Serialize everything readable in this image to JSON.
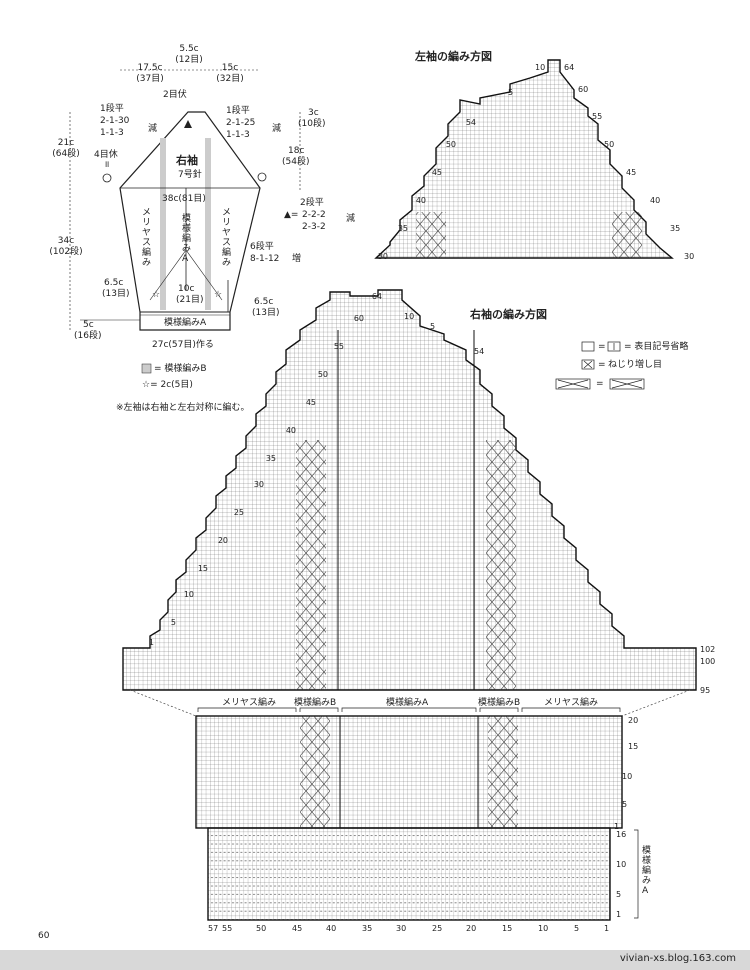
{
  "page_number": "60",
  "watermark": "vivian-xs.blog.163.com",
  "schematic": {
    "sleeve_title": "右袖",
    "needle": "7号針",
    "top_center_width": "5.5c",
    "top_center_stitches": "(12目)",
    "top_left_width": "17.5c",
    "top_left_stitches": "(37目)",
    "top_right_width": "15c",
    "top_right_stitches": "(32目)",
    "bind_off_top": "2目伏",
    "left_dec_1": "1段平",
    "left_dec_2": "2-1-30",
    "left_dec_3": "1-1-3",
    "left_dec_label": "減",
    "right_dec_1": "1段平",
    "right_dec_2": "2-1-25",
    "right_dec_3": "1-1-3",
    "right_dec_label": "減",
    "right_top_height": "3c",
    "right_top_rows": "(10段)",
    "cap_height": "21c",
    "cap_rows": "(64段)",
    "rest_label": "4目休",
    "rest_mark": "॥",
    "cap_right_height": "18c",
    "cap_right_rows": "(54段)",
    "width_38": "38c(81目)",
    "pattern_b_label_v": "模様編みA",
    "stockinette_left_v": "メリヤス編み",
    "stockinette_right_v": "メリヤス編み",
    "tri_note_1": "2段平",
    "tri_note_2": "2-2-2",
    "tri_note_3": "2-3-2",
    "tri_note_label": "減",
    "body_height": "34c",
    "body_rows": "(102段)",
    "inc_note_1": "6段平",
    "inc_note_2": "8-1-12",
    "inc_note_label": "増",
    "side_left_width": "6.5c",
    "side_left_stitches": "(13目)",
    "center_width": "10c",
    "center_stitches": "(21目)",
    "side_right_width": "6.5c",
    "side_right_stitches": "(13目)",
    "cuff_height": "5c",
    "cuff_rows": "(16段)",
    "cuff_label": "模様編みA",
    "cast_on": "27c(57目)作る",
    "legend_b": "= 模様編みB",
    "legend_star": "☆= 2c(5目)",
    "note_left_sleeve": "※左袖は右袖と左右対称に編む。"
  },
  "left_chart": {
    "title": "左袖の編み方図",
    "row_labels_left": [
      "54",
      "50",
      "45",
      "40",
      "35",
      "30"
    ],
    "row_labels_right": [
      "64",
      "60",
      "55",
      "50",
      "45",
      "40",
      "35",
      "30"
    ],
    "top_labels": [
      "10",
      "5"
    ]
  },
  "right_chart": {
    "title": "右袖の編み方図",
    "row_labels_left": [
      "64",
      "60",
      "55",
      "50",
      "45",
      "40",
      "35",
      "30",
      "25",
      "20",
      "15",
      "10",
      "5",
      "1"
    ],
    "row_labels_right": [
      "54",
      "102",
      "100",
      "95"
    ],
    "top_labels": [
      "10",
      "5"
    ]
  },
  "chart_legend": {
    "item1": "= 表目記号省略",
    "item2": "ねじり増し目",
    "item3": "="
  },
  "lower_chart": {
    "section_labels": [
      "メリヤス編み",
      "模様編みB",
      "模様編みA",
      "模様編みB",
      "メリヤス編み"
    ],
    "row_labels_right": [
      "20",
      "15",
      "10",
      "5",
      "1",
      "16",
      "10",
      "5",
      "1"
    ],
    "cuff_pattern_label": "模様編みA",
    "bottom_labels": [
      "57",
      "55",
      "50",
      "45",
      "40",
      "35",
      "30",
      "25",
      "20",
      "15",
      "10",
      "5",
      "1"
    ]
  }
}
